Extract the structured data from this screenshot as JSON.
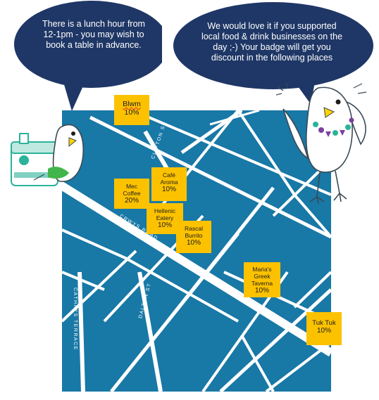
{
  "bubbles": {
    "left": "There is a lunch hour from 12-1pm - you may wish to book a table in advance.",
    "right": "We would love it if you supported local food & drink businesses on the day ;-) Your badge will get you discount in the following places"
  },
  "streets": {
    "clifton": "CLIFTON ST",
    "crwys_upper": "CRWYS ROAD",
    "crwys_lower": "CRWYS ROAD",
    "dalton": "DALTON ST",
    "cathays": "CATHAYS TERRACE"
  },
  "places": [
    {
      "name": "Blwm",
      "discount": "10%"
    },
    {
      "name": "Café Aroma",
      "discount": "10%"
    },
    {
      "name": "Mec Coffee",
      "discount": "20%"
    },
    {
      "name": "Hellenic Eatery",
      "discount": "10%"
    },
    {
      "name": "Rascal Burrito",
      "discount": "10%"
    },
    {
      "name": "Maria's Greek Taverna",
      "discount": "10%"
    },
    {
      "name": "Tuk Tuk",
      "discount": "10%"
    }
  ],
  "colors": {
    "bubble": "#1f3766",
    "map_water": "#1878a6",
    "road": "#ffffff",
    "note": "#fcc200",
    "bird_beak": "#ffd200",
    "bead_purple": "#7b3fa0",
    "bead_teal": "#2bb39a",
    "machine_teal": "#2bb39a",
    "fabric_green": "#42b54a"
  },
  "illustrations": {
    "left": "bird-with-sewing-machine-icon",
    "right": "bird-with-bead-necklace-icon"
  }
}
